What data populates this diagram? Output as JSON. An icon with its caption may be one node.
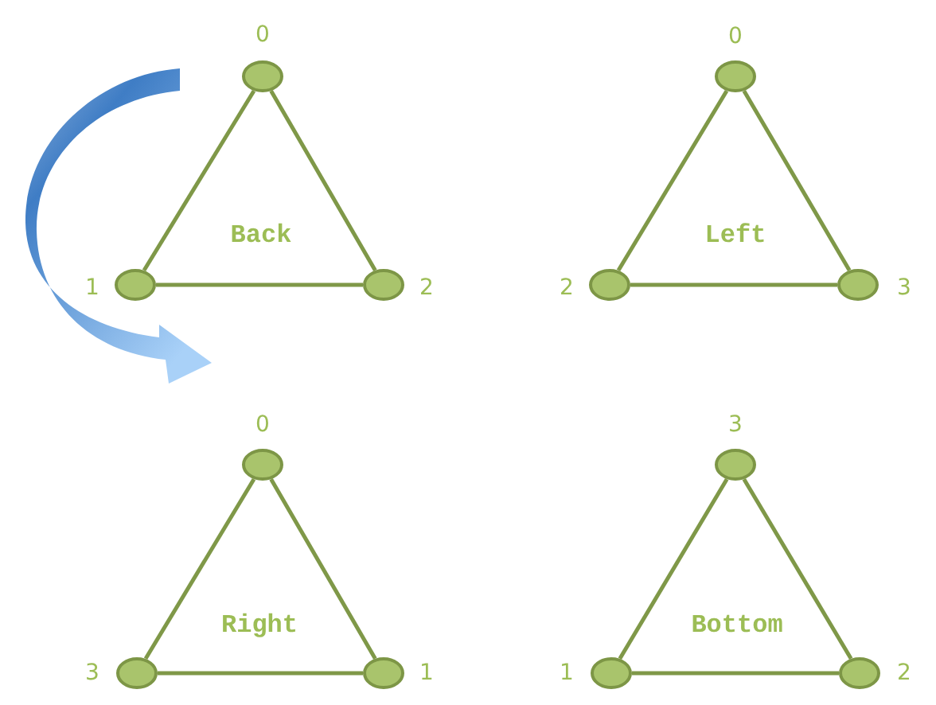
{
  "diagram": {
    "nodes": [
      {
        "text": [],
        "shape": "circle",
        "beside": [
          "0"
        ]
      },
      {
        "text": [],
        "shape": "circle",
        "beside": [
          "1"
        ]
      },
      {
        "text": [],
        "shape": "circle",
        "beside": [
          "2"
        ]
      },
      {
        "text": [],
        "shape": "circle",
        "beside": [
          "0"
        ]
      },
      {
        "text": [],
        "shape": "circle",
        "beside": [
          "2"
        ]
      },
      {
        "text": [],
        "shape": "circle",
        "beside": [
          "3"
        ]
      },
      {
        "text": [],
        "shape": "circle",
        "beside": [
          "0"
        ]
      },
      {
        "text": [],
        "shape": "circle",
        "beside": [
          "3"
        ]
      },
      {
        "text": [],
        "shape": "circle",
        "beside": [
          "1"
        ]
      },
      {
        "text": [],
        "shape": "circle",
        "beside": [
          "3"
        ]
      },
      {
        "text": [],
        "shape": "circle",
        "beside": [
          "1"
        ]
      },
      {
        "text": [],
        "shape": "circle",
        "beside": [
          "2"
        ]
      }
    ],
    "edges": [
      {
        "from": 0,
        "to": 1,
        "arrow": "none"
      },
      {
        "from": 1,
        "to": 2,
        "arrow": "none"
      },
      {
        "from": 0,
        "to": 2,
        "arrow": "none"
      },
      {
        "from": 3,
        "to": 4,
        "arrow": "none"
      },
      {
        "from": 4,
        "to": 5,
        "arrow": "none"
      },
      {
        "from": 3,
        "to": 5,
        "arrow": "none"
      },
      {
        "from": 6,
        "to": 7,
        "arrow": "none"
      },
      {
        "from": 7,
        "to": 8,
        "arrow": "none"
      },
      {
        "from": 6,
        "to": 8,
        "arrow": "none"
      },
      {
        "from": 9,
        "to": 10,
        "arrow": "none"
      },
      {
        "from": 10,
        "to": 11,
        "arrow": "none"
      },
      {
        "from": 9,
        "to": 11,
        "arrow": "none"
      }
    ],
    "labels": [
      "Back",
      "Left",
      "Right",
      "Bottom"
    ]
  }
}
